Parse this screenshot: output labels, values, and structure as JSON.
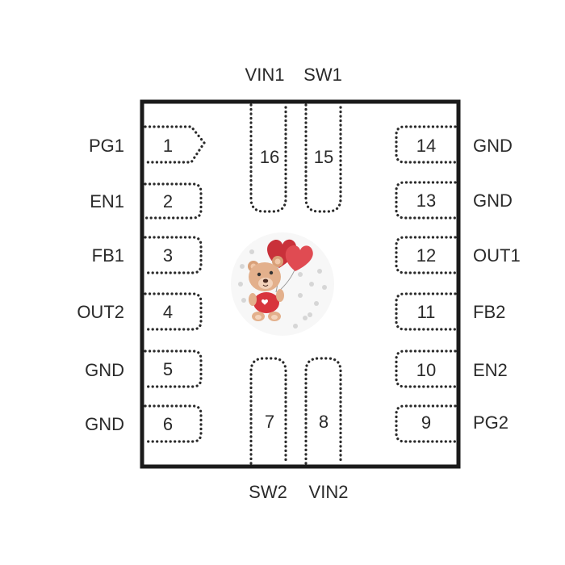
{
  "package": {
    "pins": [
      {
        "num": "1",
        "label": "PG1"
      },
      {
        "num": "2",
        "label": "EN1"
      },
      {
        "num": "3",
        "label": "FB1"
      },
      {
        "num": "4",
        "label": "OUT2"
      },
      {
        "num": "5",
        "label": "GND"
      },
      {
        "num": "6",
        "label": "GND"
      },
      {
        "num": "7",
        "label": "SW2"
      },
      {
        "num": "8",
        "label": "VIN2"
      },
      {
        "num": "9",
        "label": "PG2"
      },
      {
        "num": "10",
        "label": "EN2"
      },
      {
        "num": "11",
        "label": "FB2"
      },
      {
        "num": "12",
        "label": "OUT1"
      },
      {
        "num": "13",
        "label": "GND"
      },
      {
        "num": "14",
        "label": "GND"
      },
      {
        "num": "15",
        "label": "SW1"
      },
      {
        "num": "16",
        "label": "VIN1"
      }
    ]
  },
  "icons": {
    "center": "teddy-bear-with-heart-balloons-icon"
  },
  "colors": {
    "outline": "#1a1a1a",
    "text": "#2a2a2a",
    "heart": "#d8343c",
    "bear": "#e3b08c"
  }
}
